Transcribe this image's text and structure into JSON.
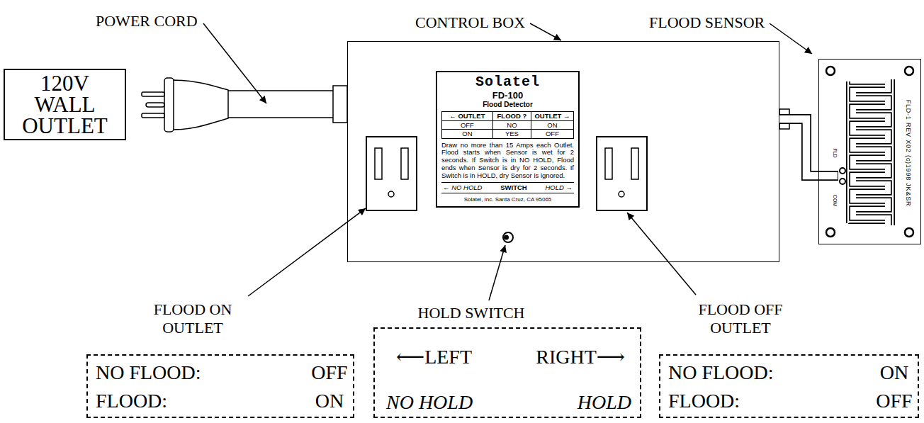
{
  "diagram": {
    "nodes": [
      {
        "text": [
          "120V WALL OUTLET"
        ]
      },
      {
        "text": [
          "CONTROL BOX"
        ]
      },
      {
        "text": [
          "Solatel",
          "FD-100",
          "Flood Detector",
          "← OUTLET",
          "FLOOD ?",
          "OUTLET →",
          "OFF",
          "NO",
          "ON",
          "ON",
          "YES",
          "OFF",
          "Draw no more than 15 Amps each Outlet. Flood starts when Sensor is wet for 2 seconds. If Switch is in NO HOLD, Flood ends when Sensor is dry for 2 seconds. If Switch is in HOLD, dry Sensor is ignored.",
          "← NO HOLD",
          "SWITCH",
          "HOLD →",
          "Solatel, Inc. Santa Cruz, CA 95065"
        ],
        "in": 1
      },
      {
        "text": [
          "FLOOD SENSOR",
          "FLD-1 REV X02 (c)1998 JK&SR",
          "FLD",
          "COM"
        ]
      },
      {
        "text": [
          "NO FLOOD:",
          "OFF",
          "FLOOD:",
          "ON"
        ]
      },
      {
        "text": [
          "⟵LEFT",
          "RIGHT⟶",
          "NO HOLD",
          "HOLD"
        ]
      },
      {
        "text": [
          "NO FLOOD:",
          "ON",
          "FLOOD:",
          "OFF"
        ]
      }
    ],
    "edges": [
      {
        "from": 1,
        "to": 3,
        "arrow": "none"
      }
    ],
    "labels": [
      "POWER CORD",
      "FLOOD ON OUTLET",
      "HOLD SWITCH",
      "FLOOD OFF OUTLET"
    ]
  }
}
